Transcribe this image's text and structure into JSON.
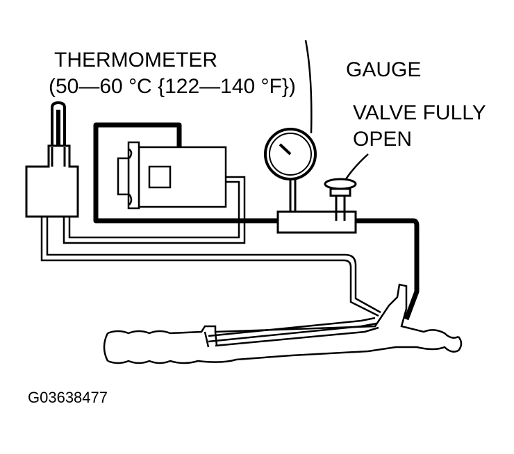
{
  "labels": {
    "thermometer": "THERMOMETER",
    "thermometer_range": "(50—60 °C {122—140 °F})",
    "gauge": "GAUGE",
    "valve_line1": "VALVE FULLY",
    "valve_line2": "OPEN"
  },
  "figure_code": "G03638477",
  "colors": {
    "ink": "#000000",
    "paper": "#ffffff"
  }
}
